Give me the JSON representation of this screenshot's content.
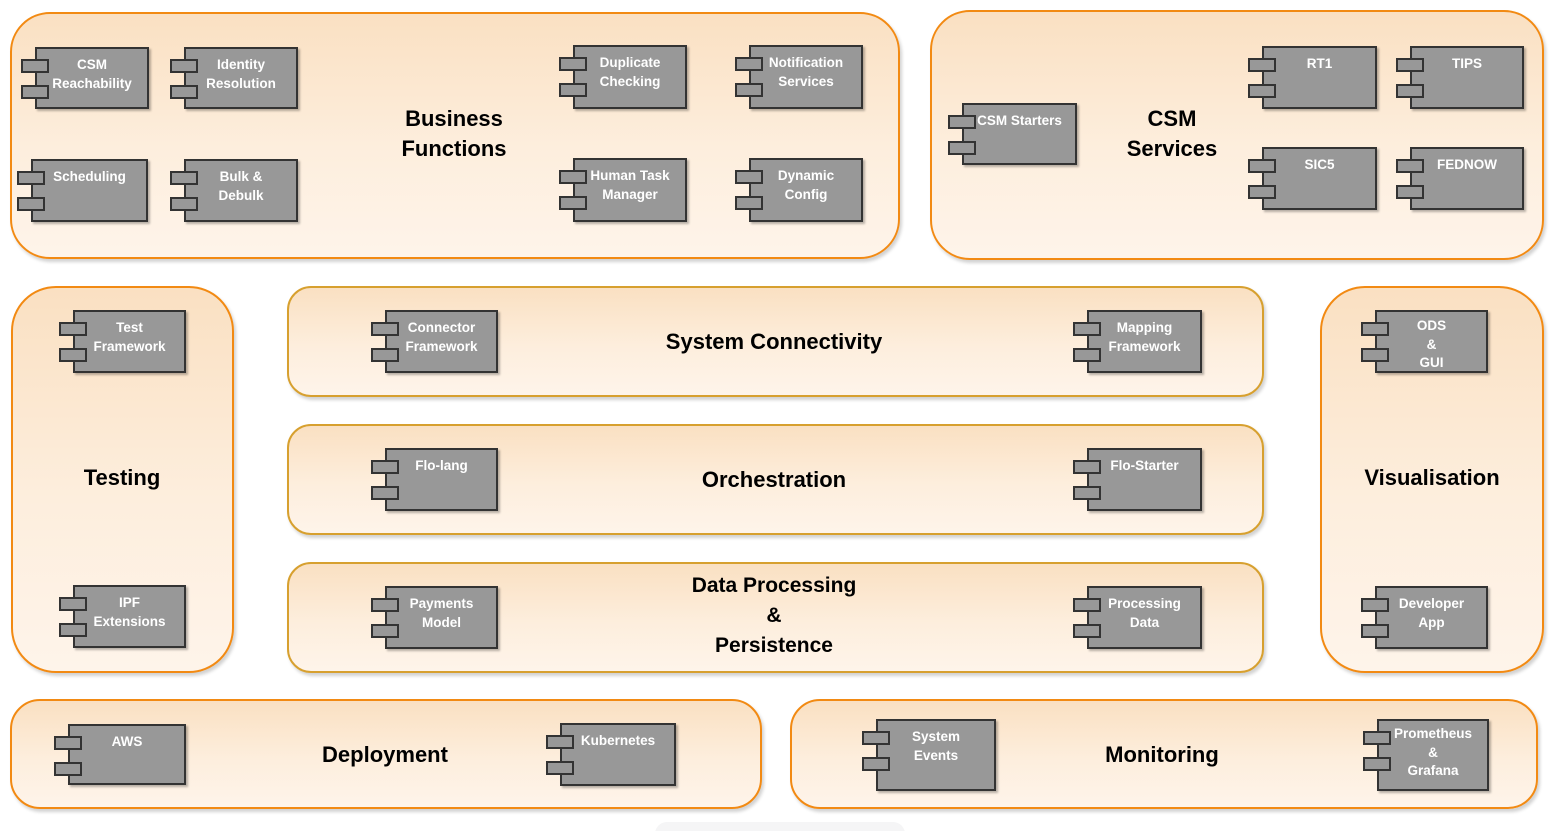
{
  "colors": {
    "background": "#ffffff",
    "group_border_orange": "#f28a13",
    "group_border_gold": "#d7a02f",
    "group_fill_top": "#fae0c2",
    "group_fill_bottom": "#fef4ea",
    "component_fill": "#989898",
    "component_border": "#333333",
    "component_text": "#ffffff",
    "title_text": "#000000",
    "bottom_bar_fill": "#f5f5f6"
  },
  "groups": [
    {
      "title": "Business\nFunctions",
      "components": [
        {
          "label": "CSM\nReachability"
        },
        {
          "label": "Identity\nResolution"
        },
        {
          "label": "Duplicate\nChecking"
        },
        {
          "label": "Notification\nServices"
        },
        {
          "label": "Scheduling"
        },
        {
          "label": "Bulk &\nDebulk"
        },
        {
          "label": "Human Task\nManager"
        },
        {
          "label": "Dynamic\nConfig"
        }
      ]
    },
    {
      "title": "CSM\nServices",
      "components": [
        {
          "label": "CSM Starters"
        },
        {
          "label": "RT1"
        },
        {
          "label": "TIPS"
        },
        {
          "label": "SIC5"
        },
        {
          "label": "FEDNOW"
        }
      ]
    },
    {
      "title": "Testing",
      "components": [
        {
          "label": "Test\nFramework"
        },
        {
          "label": "IPF\nExtensions"
        }
      ]
    },
    {
      "title": "System Connectivity",
      "components": [
        {
          "label": "Connector\nFramework"
        },
        {
          "label": "Mapping\nFramework"
        }
      ]
    },
    {
      "title": "Orchestration",
      "components": [
        {
          "label": "Flo-lang"
        },
        {
          "label": "Flo-Starter"
        }
      ]
    },
    {
      "title": "Data Processing\n&\nPersistence",
      "components": [
        {
          "label": "Payments\nModel"
        },
        {
          "label": "Processing\nData"
        }
      ]
    },
    {
      "title": "Visualisation",
      "components": [
        {
          "label": "ODS\n&\nGUI"
        },
        {
          "label": "Developer\nApp"
        }
      ]
    },
    {
      "title": "Deployment",
      "components": [
        {
          "label": "AWS"
        },
        {
          "label": "Kubernetes"
        }
      ]
    },
    {
      "title": "Monitoring",
      "components": [
        {
          "label": "System\nEvents"
        },
        {
          "label": "Prometheus\n&\nGrafana"
        }
      ]
    }
  ]
}
